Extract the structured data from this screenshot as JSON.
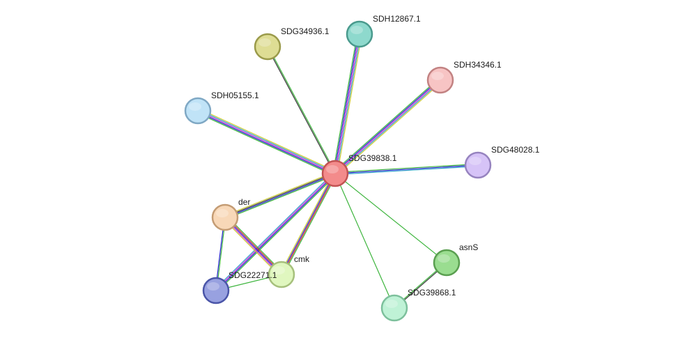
{
  "network": {
    "nodes": [
      {
        "id": "SDG39838.1",
        "label": "SDG39838.1",
        "fill": "#f38b8b",
        "stroke": "#c25353"
      },
      {
        "id": "SDG34936.1",
        "label": "SDG34936.1",
        "fill": "#dedd94",
        "stroke": "#9a9a4a"
      },
      {
        "id": "SDH12867.1",
        "label": "SDH12867.1",
        "fill": "#8ed9cd",
        "stroke": "#4a9a8d"
      },
      {
        "id": "SDH34346.1",
        "label": "SDH34346.1",
        "fill": "#f7c4c4",
        "stroke": "#c28282"
      },
      {
        "id": "SDH05155.1",
        "label": "SDH05155.1",
        "fill": "#c0e3f7",
        "stroke": "#7fa8c4"
      },
      {
        "id": "SDG48028.1",
        "label": "SDG48028.1",
        "fill": "#d6c3f7",
        "stroke": "#9683bf"
      },
      {
        "id": "der",
        "label": "der",
        "fill": "#f8d8b8",
        "stroke": "#c49c74"
      },
      {
        "id": "cmk",
        "label": "cmk",
        "fill": "#e0f7bf",
        "stroke": "#a6c07c"
      },
      {
        "id": "SDG22271.1",
        "label": "SDG22271.1",
        "fill": "#98a1e0",
        "stroke": "#4a55a8"
      },
      {
        "id": "asnS",
        "label": "asnS",
        "fill": "#9add90",
        "stroke": "#5a9f50"
      },
      {
        "id": "SDG39868.1",
        "label": "SDG39868.1",
        "fill": "#bff2d6",
        "stroke": "#7dc09c"
      }
    ],
    "edges": [
      {
        "from": "SDG39838.1",
        "to": "SDG34936.1",
        "colors": [
          "#333333",
          "#3cb43c"
        ]
      },
      {
        "from": "SDG39838.1",
        "to": "SDH12867.1",
        "colors": [
          "#3cb43c",
          "#2222cc",
          "#cc33cc",
          "#33a0cc",
          "#cccc33"
        ]
      },
      {
        "from": "SDG39838.1",
        "to": "SDH34346.1",
        "colors": [
          "#3cb43c",
          "#2222cc",
          "#cc33cc",
          "#33a0cc",
          "#cccc33"
        ]
      },
      {
        "from": "SDG39838.1",
        "to": "SDH05155.1",
        "colors": [
          "#3cb43c",
          "#2222cc",
          "#cc33cc",
          "#33a0cc",
          "#cccc33"
        ]
      },
      {
        "from": "SDG39838.1",
        "to": "SDG48028.1",
        "colors": [
          "#3cb43c",
          "#2222cc",
          "#33a0cc"
        ]
      },
      {
        "from": "SDG39838.1",
        "to": "der",
        "colors": [
          "#3cb43c",
          "#2222cc",
          "#333333",
          "#cccc33"
        ]
      },
      {
        "from": "SDG39838.1",
        "to": "cmk",
        "colors": [
          "#3cb43c",
          "#cc2222",
          "#2222cc",
          "#cccc33"
        ]
      },
      {
        "from": "SDG39838.1",
        "to": "SDG22271.1",
        "colors": [
          "#3cb43c",
          "#2222cc",
          "#cc33cc",
          "#33a0cc"
        ]
      },
      {
        "from": "SDG39838.1",
        "to": "asnS",
        "colors": [
          "#3cb43c"
        ]
      },
      {
        "from": "SDG39838.1",
        "to": "SDG39868.1",
        "colors": [
          "#3cb43c"
        ]
      },
      {
        "from": "der",
        "to": "cmk",
        "colors": [
          "#3cb43c",
          "#cc2222",
          "#2222cc",
          "#cc33cc",
          "#cccc33"
        ]
      },
      {
        "from": "der",
        "to": "SDG22271.1",
        "colors": [
          "#3cb43c",
          "#2222cc"
        ]
      },
      {
        "from": "SDG22271.1",
        "to": "cmk",
        "colors": [
          "#3cb43c"
        ]
      },
      {
        "from": "asnS",
        "to": "SDG39868.1",
        "colors": [
          "#333333",
          "#3cb43c"
        ]
      }
    ]
  }
}
